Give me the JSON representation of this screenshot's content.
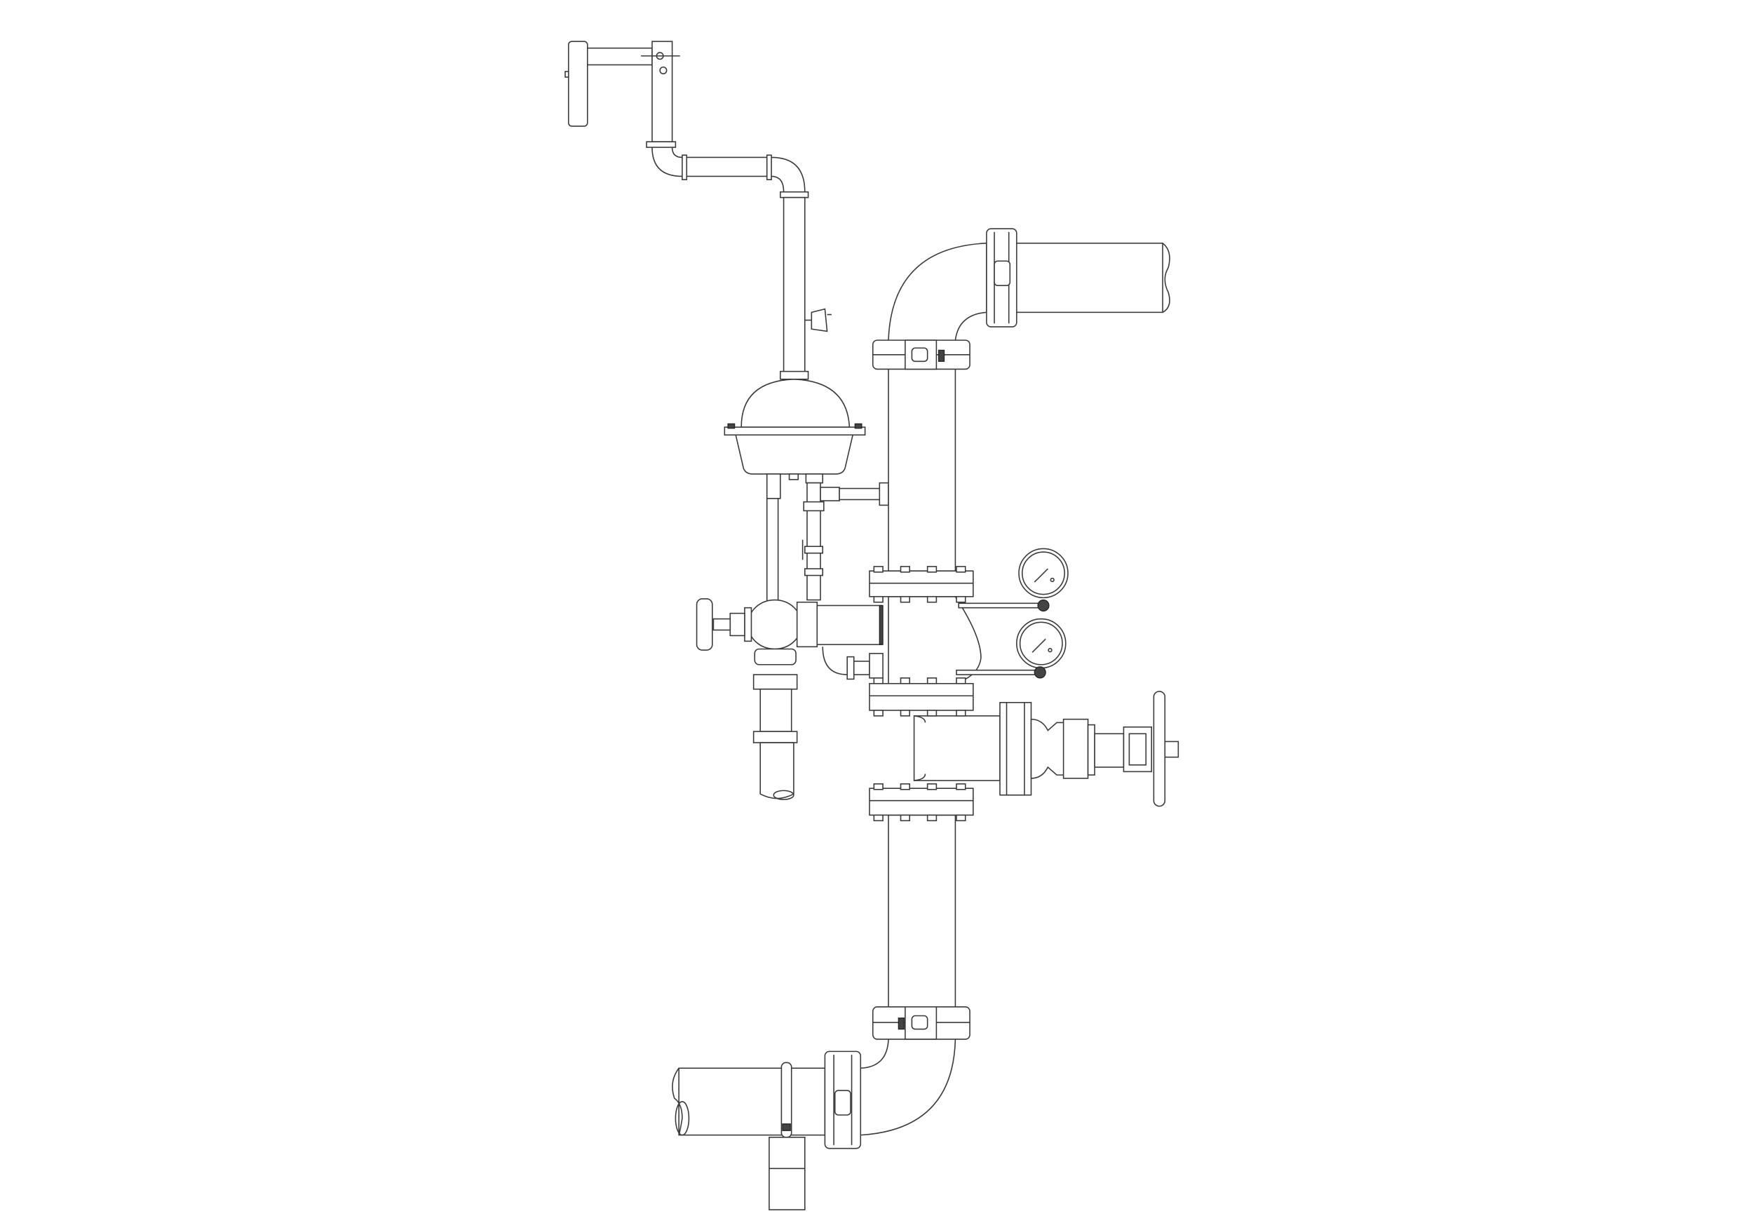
{
  "drawing": {
    "kind": "piping-line-drawing",
    "colors": {
      "background": "#ffffff",
      "line": "#3a3a3a"
    },
    "components": [
      "wall-mounted-alarm-bell",
      "drain-line",
      "retard-chamber",
      "main-riser-pipe",
      "grooved-couplings",
      "alarm-check-valve",
      "pressure-gauge-upper",
      "pressure-gauge-lower",
      "globe-drain-valve",
      "gate-valve-with-handwheel",
      "pipe-support"
    ]
  }
}
